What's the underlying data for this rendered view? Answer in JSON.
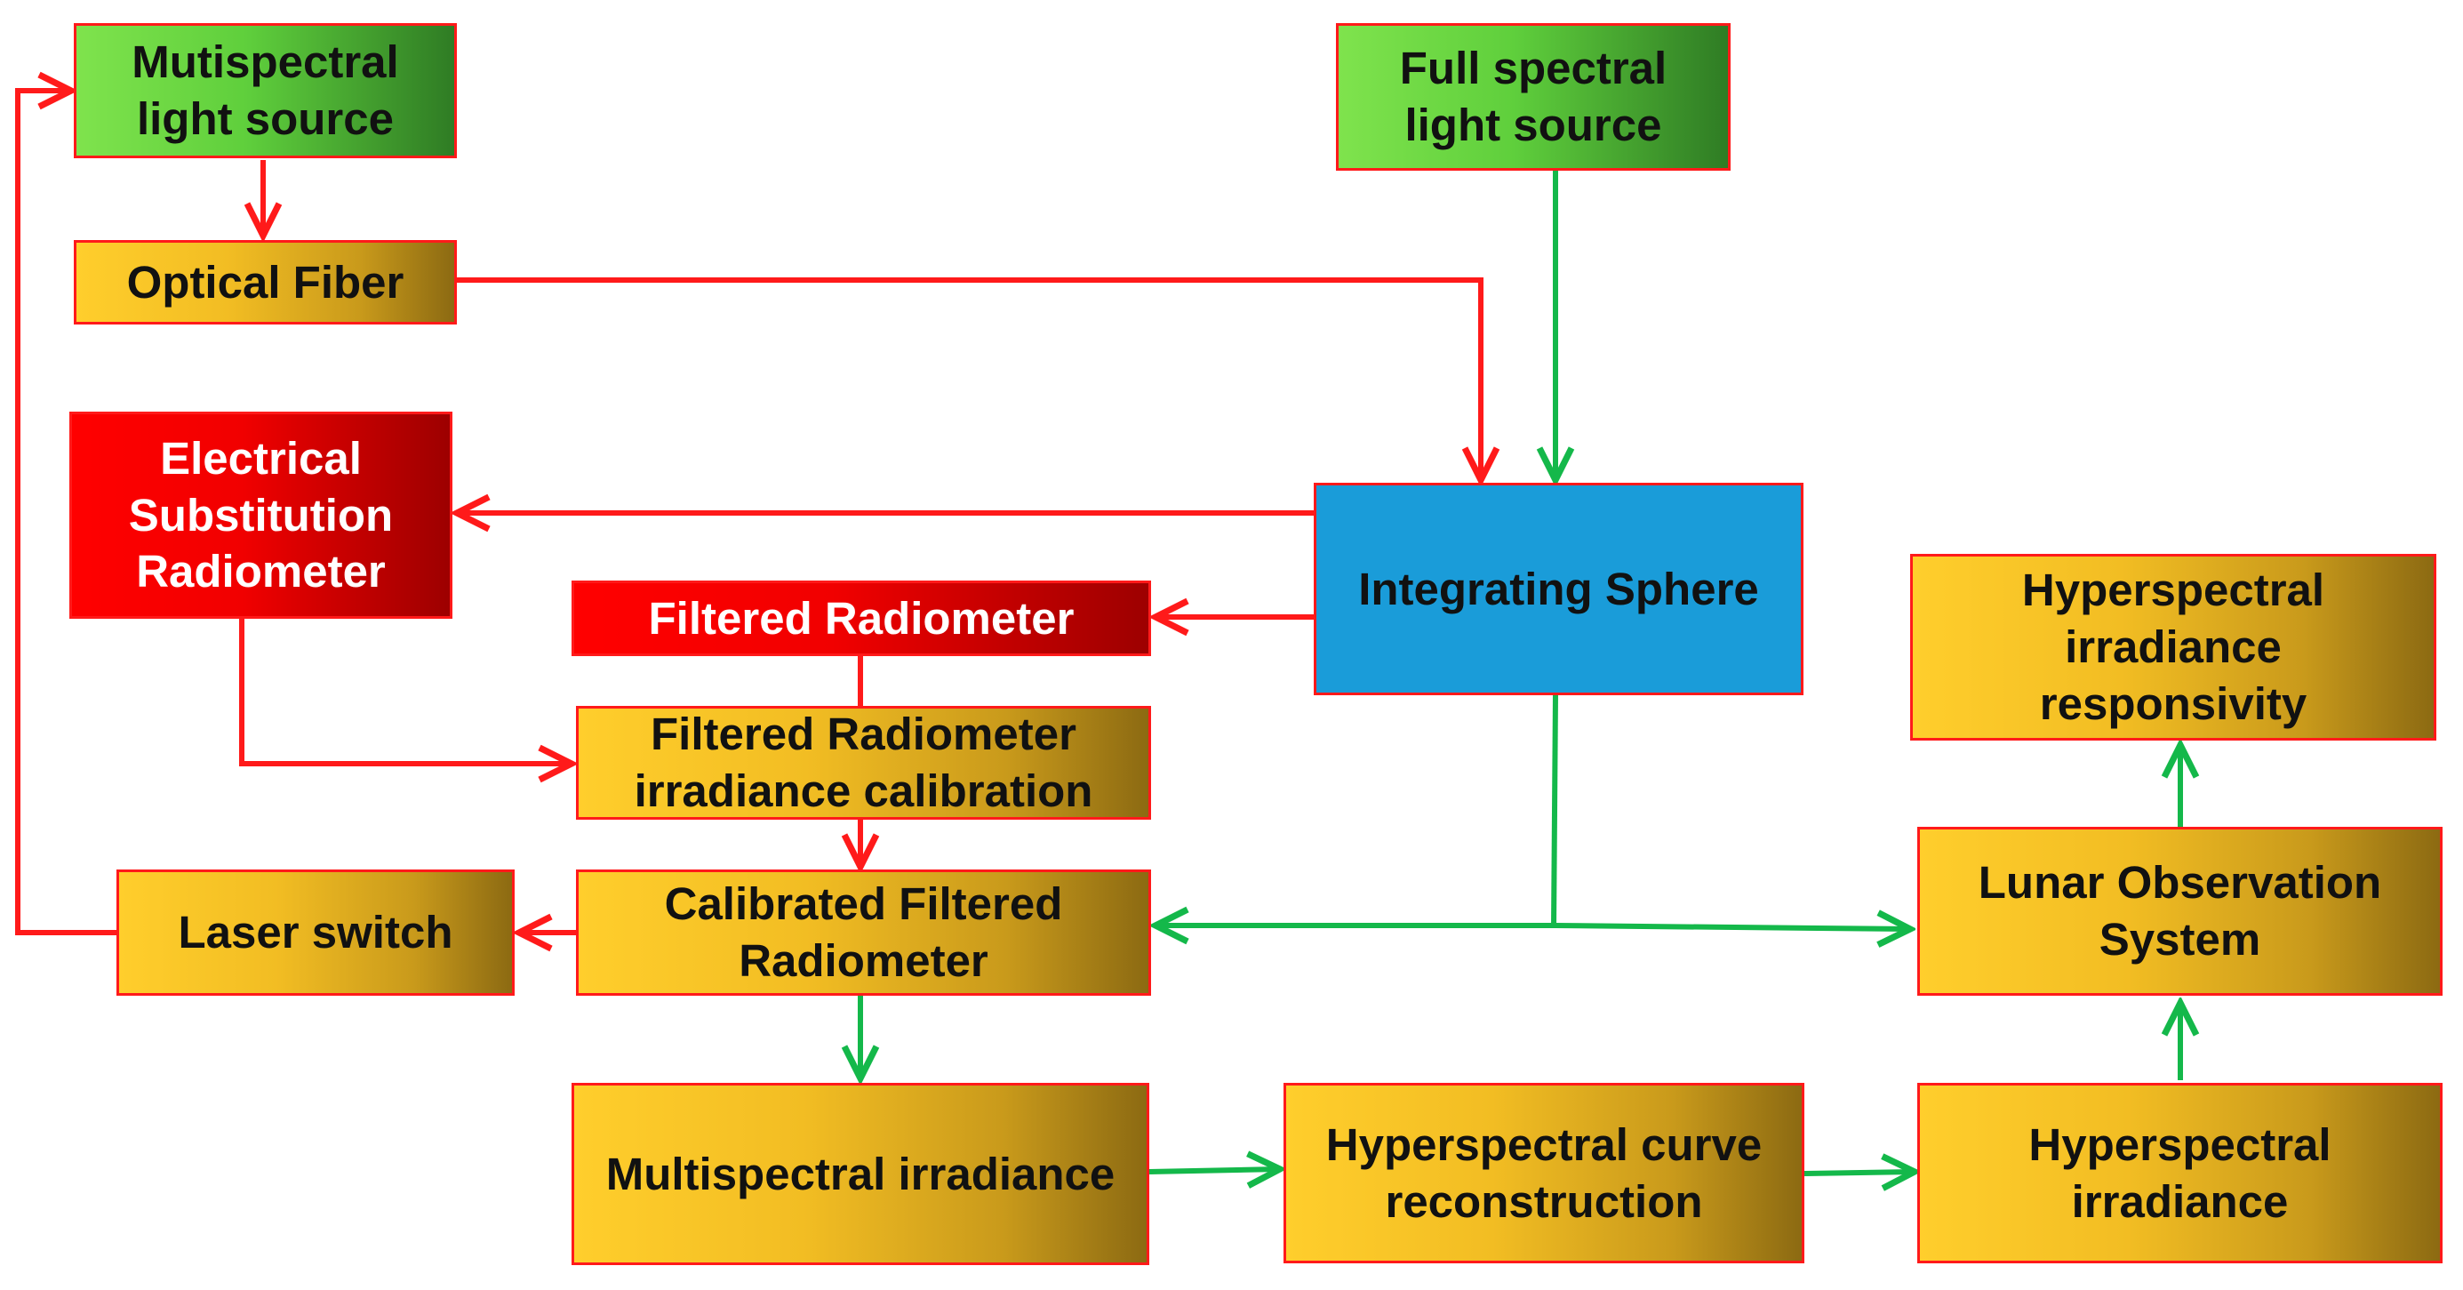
{
  "diagram": {
    "nodes": {
      "multispectral_source": "Mutispectral\nlight source",
      "full_spectral_source": "Full spectral\nlight source",
      "optical_fiber": "Optical Fiber",
      "esr": "Electrical\nSubstitution\nRadiometer",
      "integrating_sphere": "Integrating Sphere",
      "filtered_radiometer": "Filtered Radiometer",
      "fr_calibration": "Filtered Radiometer\nirradiance calibration",
      "hyper_responsivity": "Hyperspectral\nirradiance\nresponsivity",
      "laser_switch": "Laser switch",
      "calibrated_fr": "Calibrated Filtered\nRadiometer",
      "lunar_system": "Lunar Observation\nSystem",
      "multispectral_irradiance": "Multispectral irradiance",
      "curve_reconstruction": "Hyperspectral curve\nreconstruction",
      "hyper_irradiance": "Hyperspectral\nirradiance"
    },
    "colors": {
      "red_path": "#ff1a1a",
      "green_path": "#14b84a",
      "source_fill": "#5fcf3c",
      "process_fill": "#f2bd23",
      "radiometer_fill": "#ff0000",
      "sphere_fill": "#1a9cd9",
      "box_border": "#ff1a1a"
    }
  }
}
